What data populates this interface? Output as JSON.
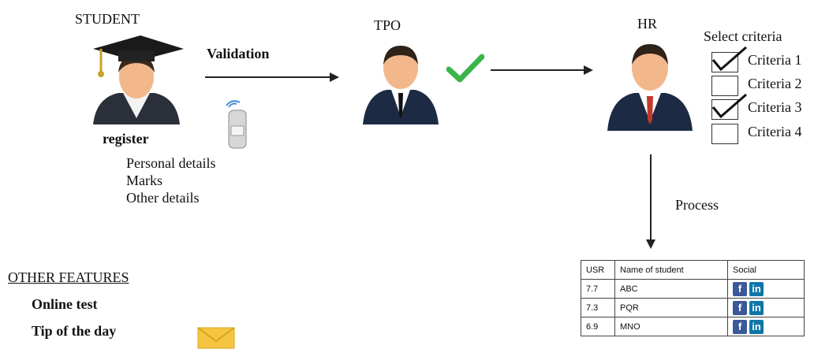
{
  "student": {
    "title": "STUDENT",
    "action": "register",
    "details": [
      "Personal details",
      "Marks",
      "Other details"
    ]
  },
  "validation_label": "Validation",
  "tpo": {
    "title": "TPO"
  },
  "hr": {
    "title": "HR"
  },
  "criteria": {
    "heading": "Select criteria",
    "items": [
      {
        "label": "Criteria 1",
        "checked": true
      },
      {
        "label": "Criteria 2",
        "checked": false
      },
      {
        "label": "Criteria 3",
        "checked": true
      },
      {
        "label": "Criteria 4",
        "checked": false
      }
    ]
  },
  "process_label": "Process",
  "results": {
    "headers": [
      "USR",
      "Name of student",
      "Social"
    ],
    "rows": [
      {
        "usr": "7.7",
        "name": "ABC"
      },
      {
        "usr": "7.3",
        "name": "PQR"
      },
      {
        "usr": "6.9",
        "name": "MNO"
      }
    ],
    "social_icons": [
      "facebook-icon",
      "linkedin-icon"
    ]
  },
  "other_features": {
    "heading": "OTHER FEATURES",
    "items": [
      "Online test",
      "Tip of the day"
    ]
  },
  "colors": {
    "check_green": "#3bb54a",
    "suit": "#1c2a44",
    "tie_red": "#c0392b",
    "facebook": "#3b5998",
    "linkedin": "#0e76a8",
    "envelope": "#f5c542"
  }
}
